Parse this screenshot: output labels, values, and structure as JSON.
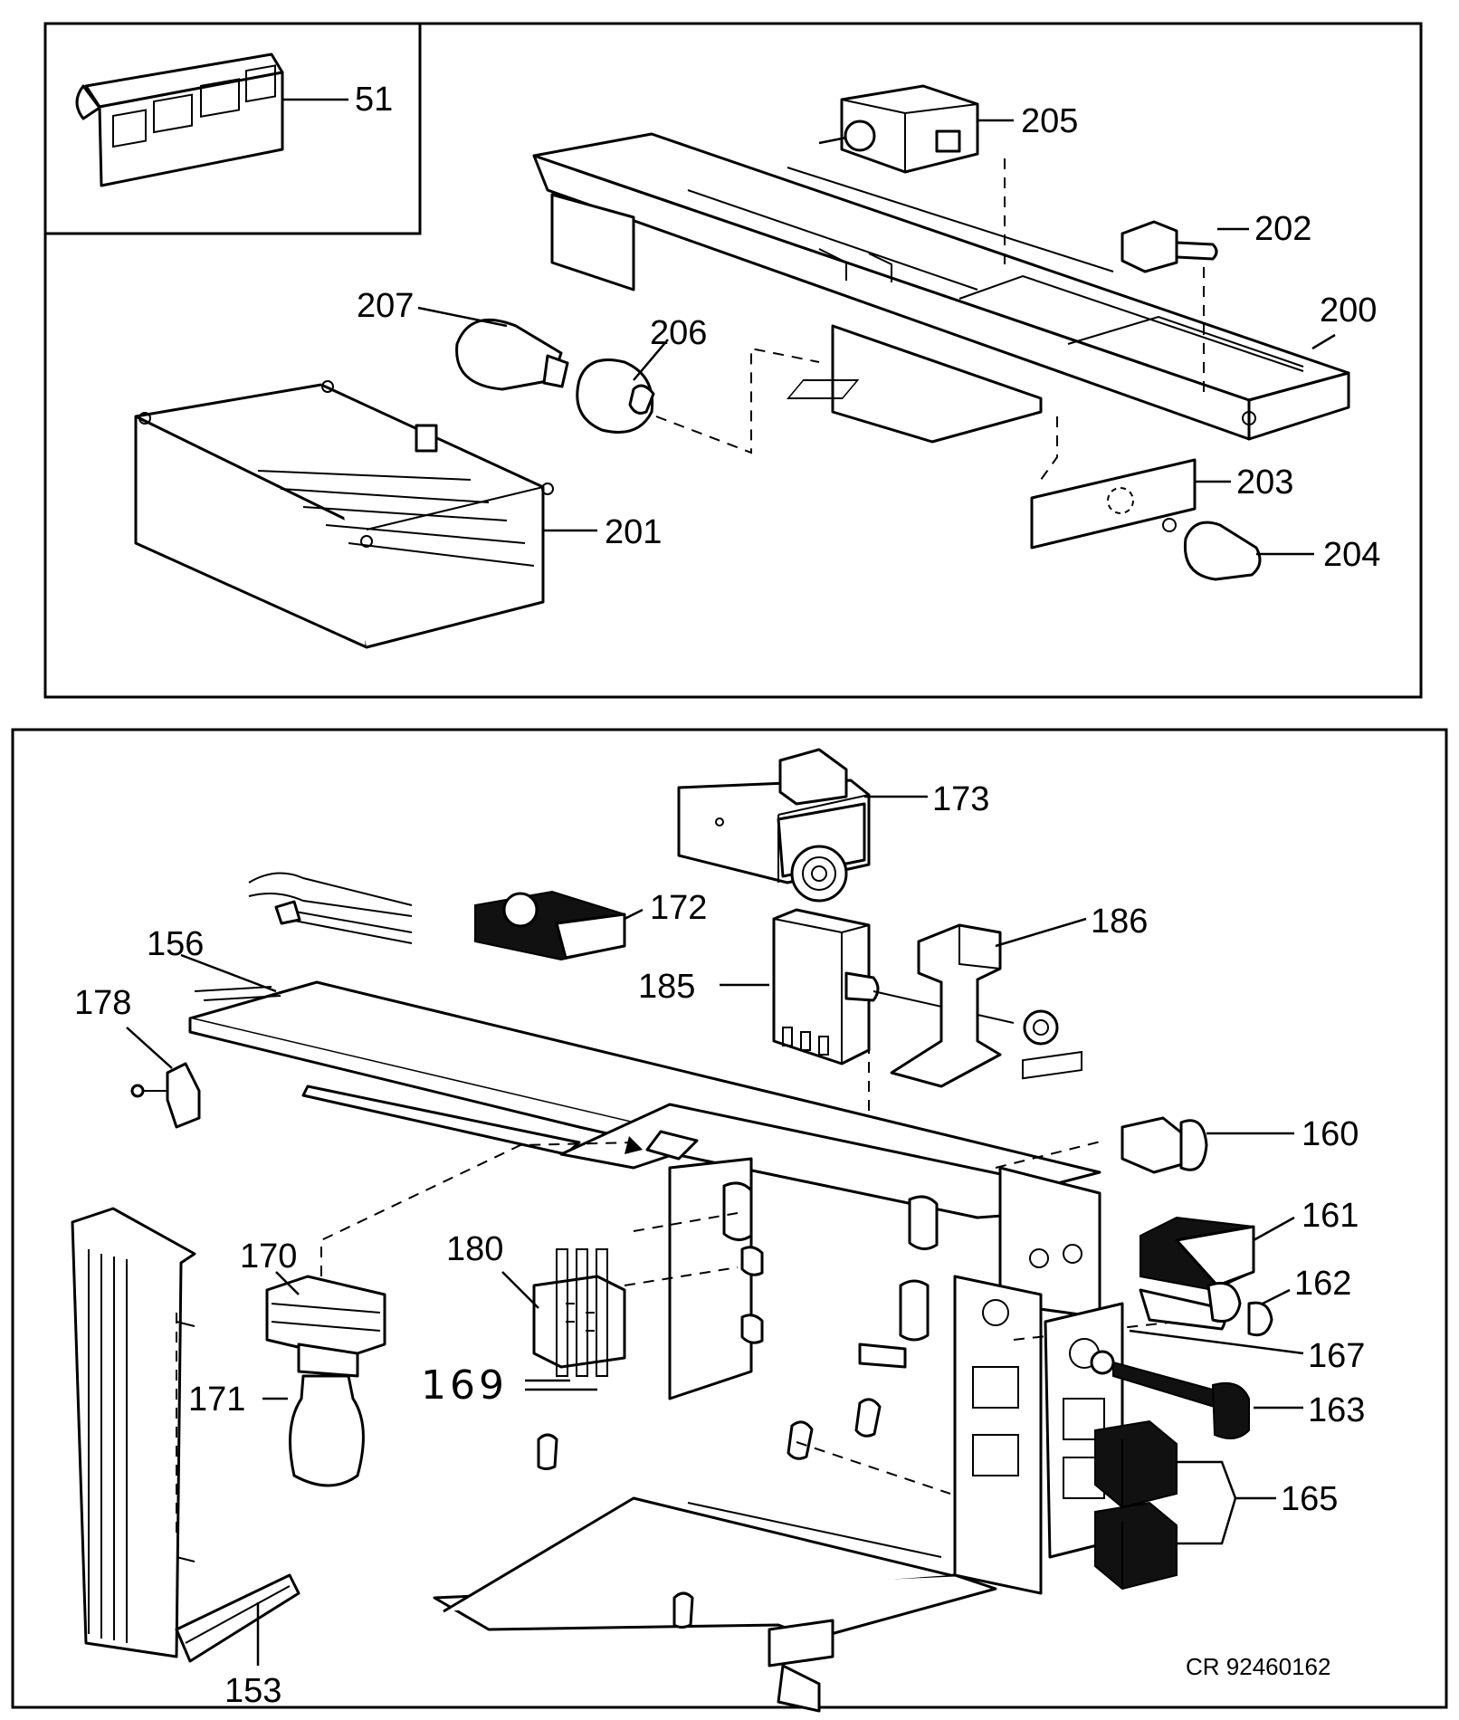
{
  "top_panel": {
    "callouts": {
      "p51": "51",
      "p205": "205",
      "p202": "202",
      "p200": "200",
      "p207": "207",
      "p206": "206",
      "p203": "203",
      "p204": "204",
      "p201": "201"
    }
  },
  "bottom_panel": {
    "callouts": {
      "p173": "173",
      "p172": "172",
      "p186": "186",
      "p156": "156",
      "p185": "185",
      "p178": "178",
      "p160": "160",
      "p161": "161",
      "p170": "170",
      "p180": "180",
      "p162": "162",
      "p167": "167",
      "p171": "171",
      "p169": "169",
      "p163": "163",
      "p165": "165",
      "p153": "153"
    },
    "reference_code": "CR 92460162"
  }
}
